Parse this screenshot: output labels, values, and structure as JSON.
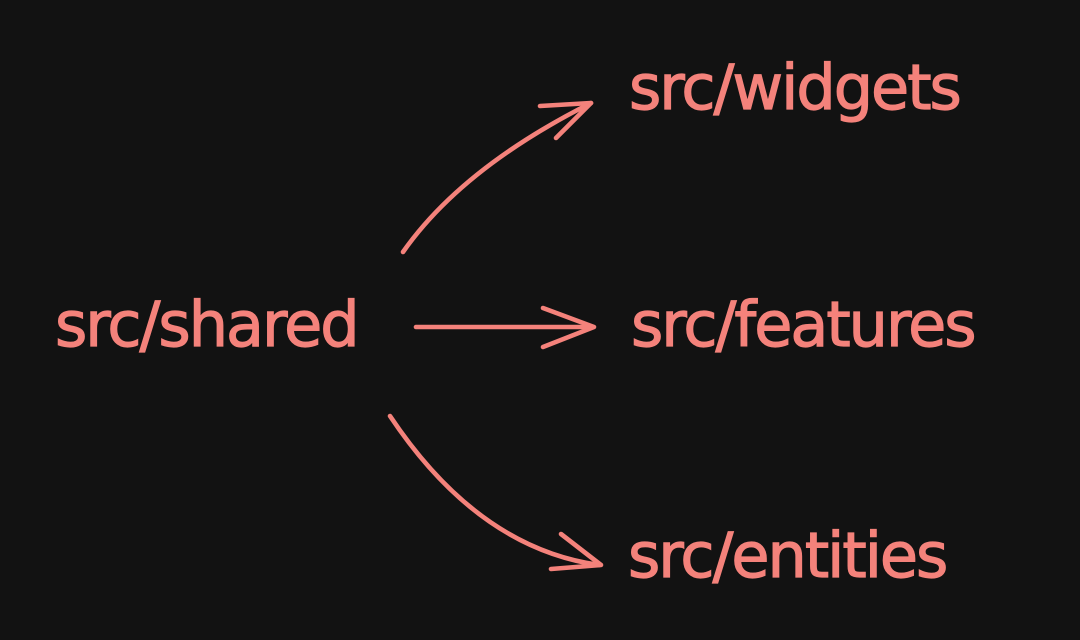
{
  "colors": {
    "background": "#121212",
    "ink": "#f4827b"
  },
  "diagram": {
    "source": {
      "label": "src/shared"
    },
    "targets": [
      {
        "label": "src/widgets"
      },
      {
        "label": "src/features"
      },
      {
        "label": "src/entities"
      }
    ],
    "edges": [
      {
        "from": "src/shared",
        "to": "src/widgets"
      },
      {
        "from": "src/shared",
        "to": "src/features"
      },
      {
        "from": "src/shared",
        "to": "src/entities"
      }
    ]
  }
}
